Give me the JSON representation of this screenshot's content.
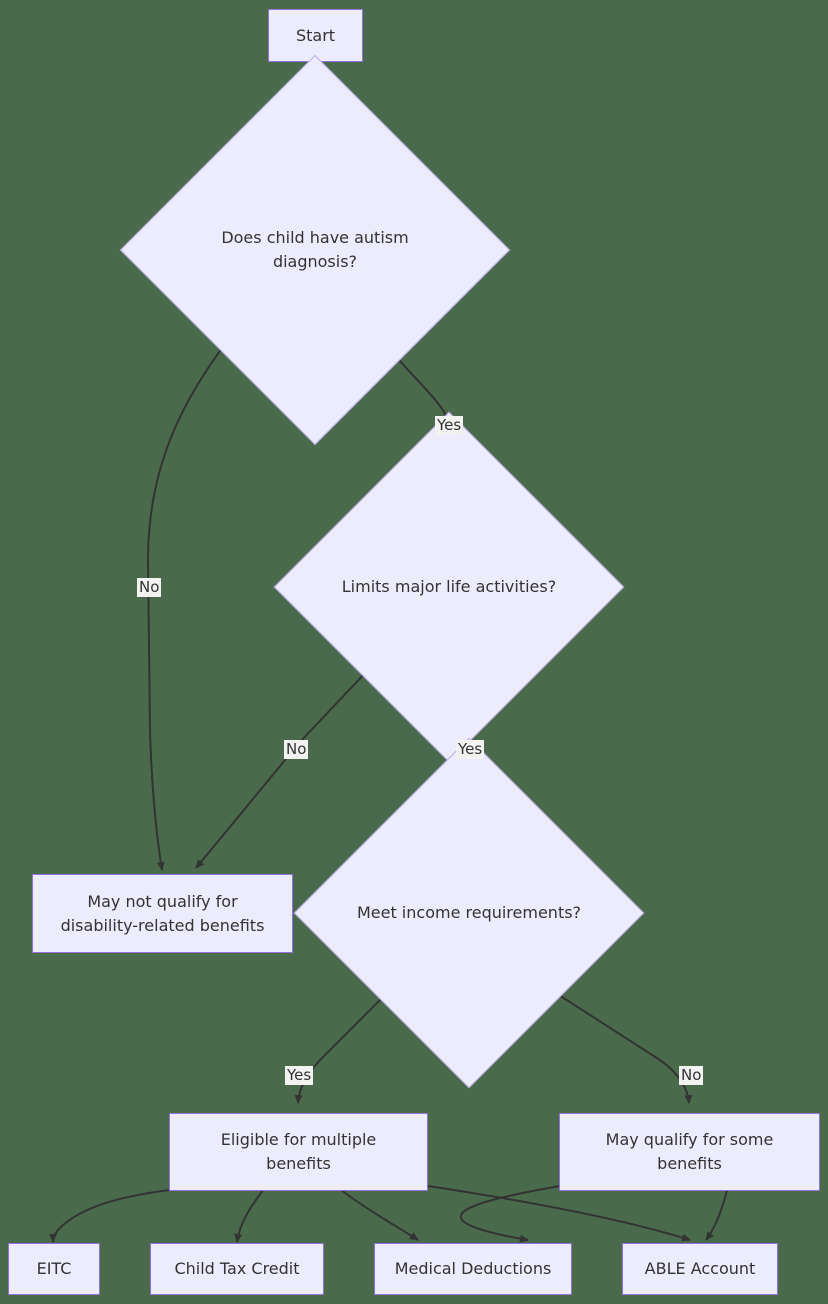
{
  "diagram": {
    "type": "flowchart",
    "orientation": "top-down",
    "title": "Autism Diagnosis Tax Benefit Eligibility Flowchart",
    "background_color": "#4a6b4b",
    "node_fill_color": "#ececfc",
    "node_border_color": "#9370db",
    "edge_color": "#333333",
    "text_color": "#333333",
    "edge_label_background": "#f2f2f0"
  },
  "nodes": {
    "start": {
      "label": "Start",
      "shape": "rectangle"
    },
    "autism_diagnosis": {
      "label": "Does child have autism\ndiagnosis?",
      "shape": "diamond"
    },
    "limits_activities": {
      "label": "Limits major life activities?",
      "shape": "diamond"
    },
    "income_requirements": {
      "label": "Meet income requirements?",
      "shape": "diamond"
    },
    "not_qualify": {
      "label": "May not qualify for\ndisability-related benefits",
      "shape": "rectangle"
    },
    "eligible_multiple": {
      "label": "Eligible for multiple\nbenefits",
      "shape": "rectangle"
    },
    "may_qualify_some": {
      "label": "May qualify for some\nbenefits",
      "shape": "rectangle"
    },
    "eitc": {
      "label": "EITC",
      "shape": "rectangle"
    },
    "child_tax_credit": {
      "label": "Child Tax Credit",
      "shape": "rectangle"
    },
    "medical_deductions": {
      "label": "Medical Deductions",
      "shape": "rectangle"
    },
    "able_account": {
      "label": "ABLE Account",
      "shape": "rectangle"
    }
  },
  "edge_labels": {
    "diagnosis_yes": "Yes",
    "diagnosis_no": "No",
    "limits_yes": "Yes",
    "limits_no": "No",
    "income_yes": "Yes",
    "income_no": "No"
  },
  "edges": [
    {
      "from": "start",
      "to": "autism_diagnosis",
      "label": ""
    },
    {
      "from": "autism_diagnosis",
      "to": "limits_activities",
      "label": "Yes"
    },
    {
      "from": "autism_diagnosis",
      "to": "not_qualify",
      "label": "No"
    },
    {
      "from": "limits_activities",
      "to": "income_requirements",
      "label": "Yes"
    },
    {
      "from": "limits_activities",
      "to": "not_qualify",
      "label": "No"
    },
    {
      "from": "income_requirements",
      "to": "eligible_multiple",
      "label": "Yes"
    },
    {
      "from": "income_requirements",
      "to": "may_qualify_some",
      "label": "No"
    },
    {
      "from": "eligible_multiple",
      "to": "eitc",
      "label": ""
    },
    {
      "from": "eligible_multiple",
      "to": "child_tax_credit",
      "label": ""
    },
    {
      "from": "eligible_multiple",
      "to": "medical_deductions",
      "label": ""
    },
    {
      "from": "eligible_multiple",
      "to": "able_account",
      "label": ""
    },
    {
      "from": "may_qualify_some",
      "to": "medical_deductions",
      "label": ""
    },
    {
      "from": "may_qualify_some",
      "to": "able_account",
      "label": ""
    }
  ]
}
